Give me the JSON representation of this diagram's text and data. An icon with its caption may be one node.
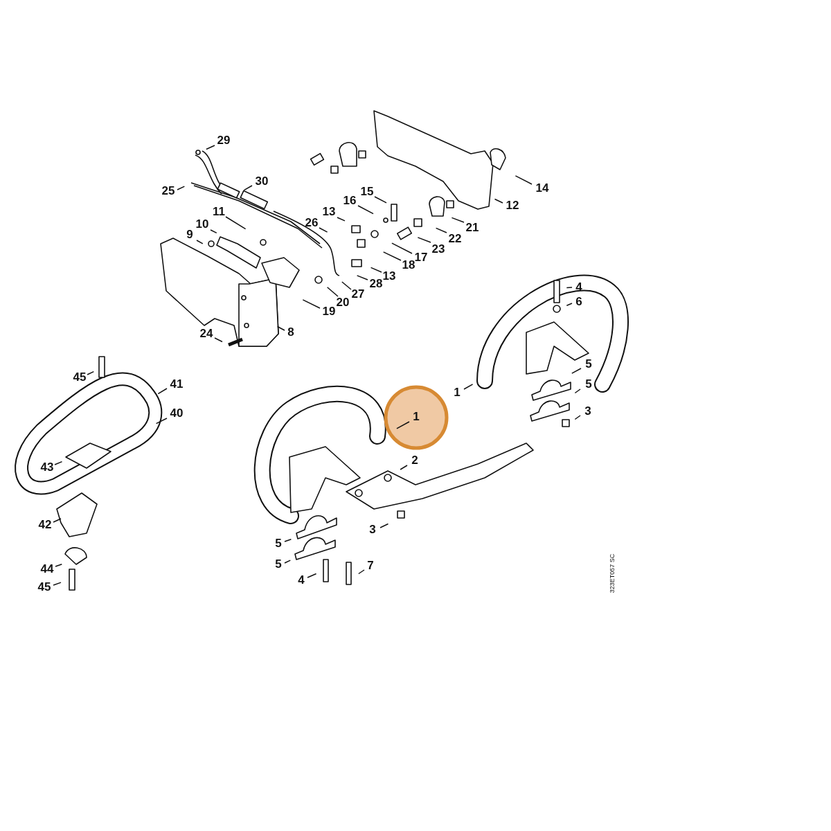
{
  "diagram": {
    "nodes": [
      {
        "text": [
          "29"
        ]
      },
      {
        "text": [
          "30"
        ]
      },
      {
        "text": [
          "25"
        ]
      },
      {
        "text": [
          "14"
        ]
      },
      {
        "text": [
          "15"
        ]
      },
      {
        "text": [
          "16"
        ]
      },
      {
        "text": [
          "12"
        ]
      },
      {
        "text": [
          "13"
        ]
      },
      {
        "text": [
          "11"
        ]
      },
      {
        "text": [
          "26"
        ]
      },
      {
        "text": [
          "10"
        ]
      },
      {
        "text": [
          "21"
        ]
      },
      {
        "text": [
          "9"
        ]
      },
      {
        "text": [
          "22"
        ]
      },
      {
        "text": [
          "23"
        ]
      },
      {
        "text": [
          "17"
        ]
      },
      {
        "text": [
          "18"
        ]
      },
      {
        "text": [
          "13"
        ]
      },
      {
        "text": [
          "28"
        ]
      },
      {
        "text": [
          "27"
        ]
      },
      {
        "text": [
          "20"
        ]
      },
      {
        "text": [
          "19"
        ]
      },
      {
        "text": [
          "8"
        ]
      },
      {
        "text": [
          "24"
        ]
      },
      {
        "text": [
          "4"
        ]
      },
      {
        "text": [
          "6"
        ]
      },
      {
        "text": [
          "5"
        ]
      },
      {
        "text": [
          "45"
        ]
      },
      {
        "text": [
          "41"
        ]
      },
      {
        "text": [
          "5"
        ]
      },
      {
        "text": [
          "1"
        ]
      },
      {
        "text": [
          "3"
        ]
      },
      {
        "text": [
          "40"
        ]
      },
      {
        "text": [
          "1"
        ]
      },
      {
        "text": [
          "2"
        ]
      },
      {
        "text": [
          "43"
        ]
      },
      {
        "text": [
          "42"
        ]
      },
      {
        "text": [
          "3"
        ]
      },
      {
        "text": [
          "5"
        ]
      },
      {
        "text": [
          "5"
        ]
      },
      {
        "text": [
          "7"
        ]
      },
      {
        "text": [
          "4"
        ]
      },
      {
        "text": [
          "44"
        ]
      },
      {
        "text": [
          "45"
        ]
      }
    ],
    "edges": [
      {
        "from": 0,
        "to": null,
        "arrow": "none"
      },
      {
        "from": 1,
        "to": null,
        "arrow": "none"
      },
      {
        "from": 2,
        "to": null,
        "arrow": "none"
      },
      {
        "from": 3,
        "to": null,
        "arrow": "none"
      },
      {
        "from": 4,
        "to": null,
        "arrow": "none"
      },
      {
        "from": 5,
        "to": null,
        "arrow": "none"
      },
      {
        "from": 6,
        "to": null,
        "arrow": "none"
      },
      {
        "from": 7,
        "to": null,
        "arrow": "none"
      },
      {
        "from": 8,
        "to": null,
        "arrow": "none"
      },
      {
        "from": 9,
        "to": null,
        "arrow": "none"
      },
      {
        "from": 10,
        "to": null,
        "arrow": "none"
      },
      {
        "from": 11,
        "to": null,
        "arrow": "none"
      },
      {
        "from": 12,
        "to": null,
        "arrow": "none"
      },
      {
        "from": 13,
        "to": null,
        "arrow": "none"
      },
      {
        "from": 14,
        "to": null,
        "arrow": "none"
      },
      {
        "from": 15,
        "to": null,
        "arrow": "none"
      },
      {
        "from": 16,
        "to": null,
        "arrow": "none"
      },
      {
        "from": 17,
        "to": null,
        "arrow": "none"
      },
      {
        "from": 18,
        "to": null,
        "arrow": "none"
      },
      {
        "from": 19,
        "to": null,
        "arrow": "none"
      },
      {
        "from": 20,
        "to": null,
        "arrow": "none"
      },
      {
        "from": 21,
        "to": null,
        "arrow": "none"
      },
      {
        "from": 22,
        "to": null,
        "arrow": "none"
      },
      {
        "from": 23,
        "to": null,
        "arrow": "none"
      },
      {
        "from": 24,
        "to": null,
        "arrow": "none"
      },
      {
        "from": 25,
        "to": null,
        "arrow": "none"
      },
      {
        "from": 26,
        "to": null,
        "arrow": "none"
      },
      {
        "from": 27,
        "to": null,
        "arrow": "none"
      },
      {
        "from": 28,
        "to": null,
        "arrow": "none"
      },
      {
        "from": 29,
        "to": null,
        "arrow": "none"
      },
      {
        "from": 30,
        "to": null,
        "arrow": "none"
      },
      {
        "from": 31,
        "to": null,
        "arrow": "none"
      },
      {
        "from": 32,
        "to": null,
        "arrow": "none"
      },
      {
        "from": 33,
        "to": null,
        "arrow": "none"
      },
      {
        "from": 34,
        "to": null,
        "arrow": "none"
      },
      {
        "from": 35,
        "to": null,
        "arrow": "none"
      },
      {
        "from": 36,
        "to": null,
        "arrow": "none"
      },
      {
        "from": 37,
        "to": null,
        "arrow": "none"
      },
      {
        "from": 38,
        "to": null,
        "arrow": "none"
      },
      {
        "from": 39,
        "to": null,
        "arrow": "none"
      },
      {
        "from": 40,
        "to": null,
        "arrow": "none"
      },
      {
        "from": 41,
        "to": null,
        "arrow": "none"
      },
      {
        "from": 42,
        "to": null,
        "arrow": "none"
      },
      {
        "from": 43,
        "to": null,
        "arrow": "none"
      }
    ],
    "labels": [
      "323ET057 SC"
    ]
  }
}
